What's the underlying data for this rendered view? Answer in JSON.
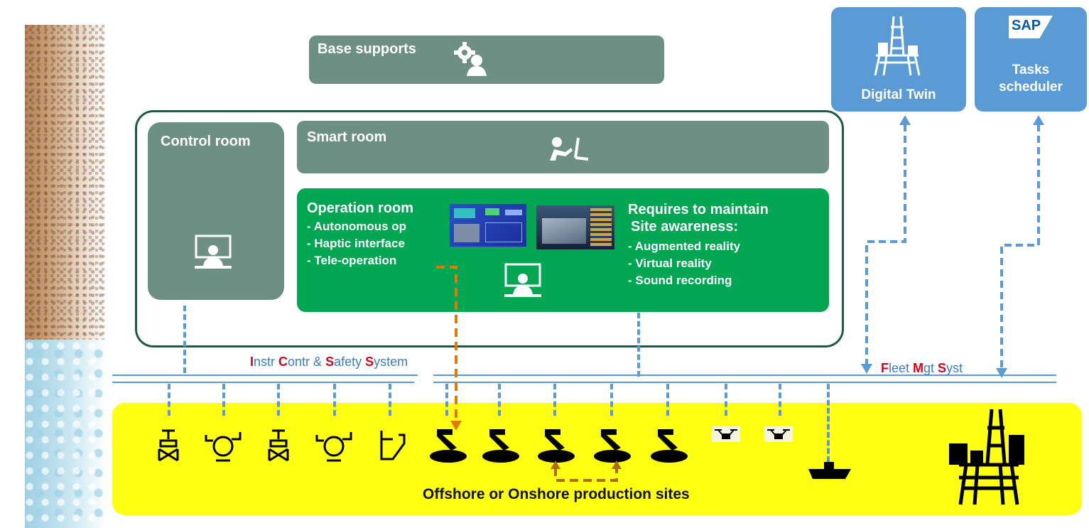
{
  "base_supports": {
    "label": "Base supports"
  },
  "control_room": {
    "label": "Control room"
  },
  "smart_room": {
    "label": "Smart room"
  },
  "operation_room": {
    "label": "Operation room",
    "items": [
      "-   Autonomous op",
      "-   Haptic interface",
      "-   Tele-operation"
    ],
    "requires_title_1": "Requires to maintain",
    "requires_title_2": "Site awareness:",
    "requires_items": [
      "-   Augmented reality",
      "-   Virtual reality",
      "-   Sound recording"
    ]
  },
  "digital_twin": {
    "label": "Digital Twin"
  },
  "tasks_scheduler": {
    "line1": "Tasks",
    "line2": "scheduler",
    "logo": "SAP"
  },
  "ics": {
    "p1a": "I",
    "p1b": "nstr ",
    "p2a": "C",
    "p2b": "ontr & ",
    "p3a": "S",
    "p3b": "afety ",
    "p4a": "S",
    "p4b": "ystem"
  },
  "fms": {
    "p1a": "F",
    "p1b": "leet ",
    "p2a": "M",
    "p2b": "gt ",
    "p3a": "S",
    "p3b": "yst"
  },
  "production": {
    "label": "Offshore or Onshore production sites"
  },
  "colors": {
    "grey_box": "#6e8f83",
    "green_box": "#00a651",
    "blue_box": "#5b9bd5",
    "yellow_band": "#ffff14",
    "orange_link": "#e07b00",
    "red_letter": "#d6001c"
  },
  "icons": [
    "gear-person-icon",
    "robot-operator-icon",
    "operator-workstation-icon",
    "oil-platform-icon",
    "valve-icon",
    "pump-icon",
    "tank-icon",
    "robot-icon",
    "drone-icon",
    "boat-icon"
  ]
}
